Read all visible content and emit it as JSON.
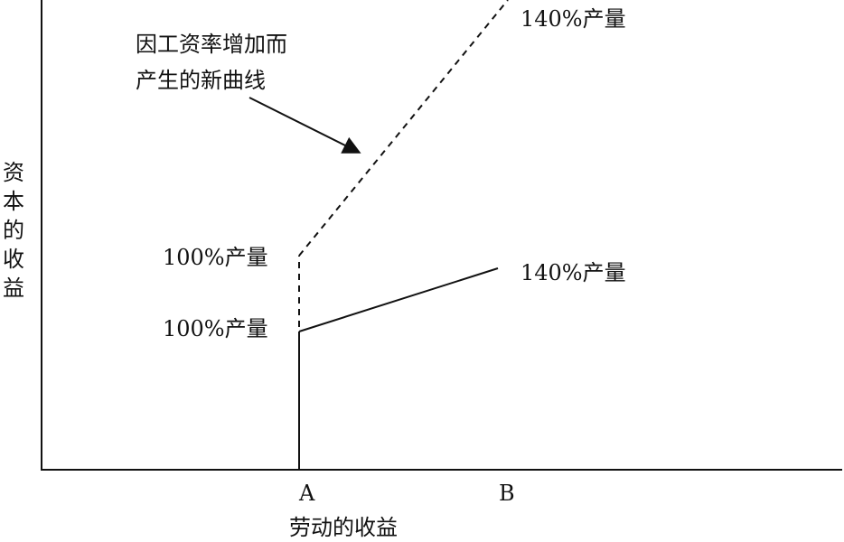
{
  "annotation": {
    "line1": "因工资率增加而",
    "line2": "产生的新曲线"
  },
  "labels": {
    "dashed_top": "140%产量",
    "dashed_bottom": "100%产量",
    "solid_top": "140%产量",
    "solid_bottom": "100%产量"
  },
  "axes": {
    "y_label": "资本的收益",
    "x_label": "劳动的收益",
    "x_ticks": [
      "A",
      "B"
    ]
  }
}
